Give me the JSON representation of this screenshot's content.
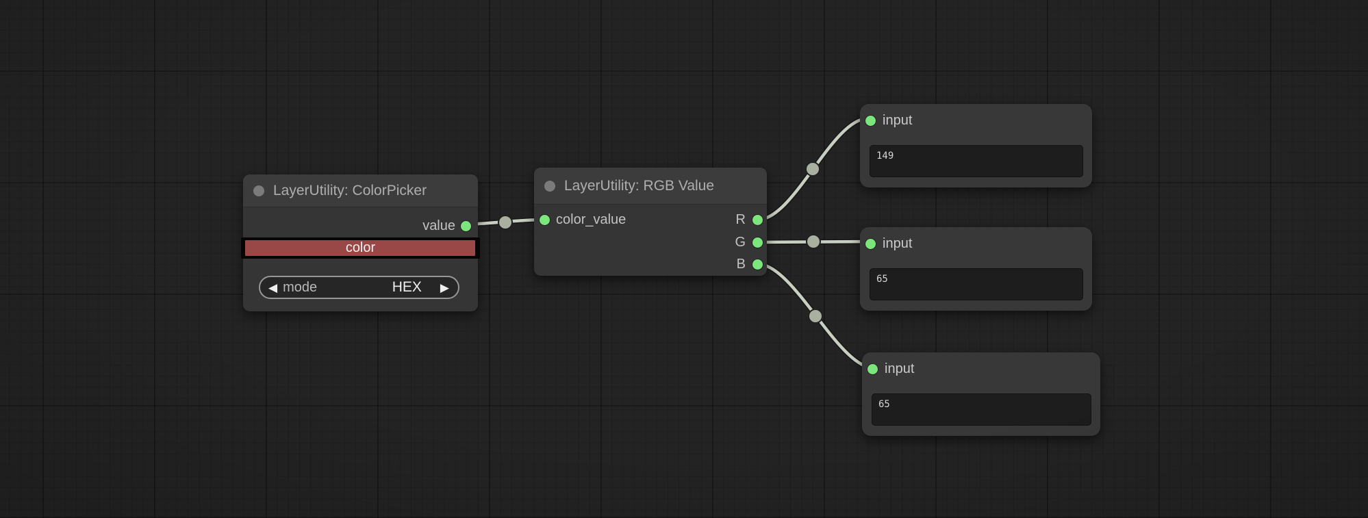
{
  "canvas": {
    "background": "#232323"
  },
  "icons": {
    "arrow_left": "◀",
    "arrow_right": "▶"
  },
  "colors": {
    "wire": "#c8cec1",
    "slot_green": "#7ce57c",
    "title_dot_grey": "#7b7b7b"
  },
  "nodes": {
    "color_picker": {
      "title": "LayerUtility: ColorPicker",
      "output_label": "value",
      "color_widget": {
        "label": "color",
        "color": "#9a4747"
      },
      "mode_widget": {
        "label": "mode",
        "value": "HEX"
      }
    },
    "rgb_value": {
      "title": "LayerUtility: RGB Value",
      "input_label": "color_value",
      "outputs": [
        "R",
        "G",
        "B"
      ]
    },
    "input_nodes": [
      {
        "title": "input",
        "value": "149"
      },
      {
        "title": "input",
        "value": "65"
      },
      {
        "title": "input",
        "value": "65"
      }
    ]
  }
}
